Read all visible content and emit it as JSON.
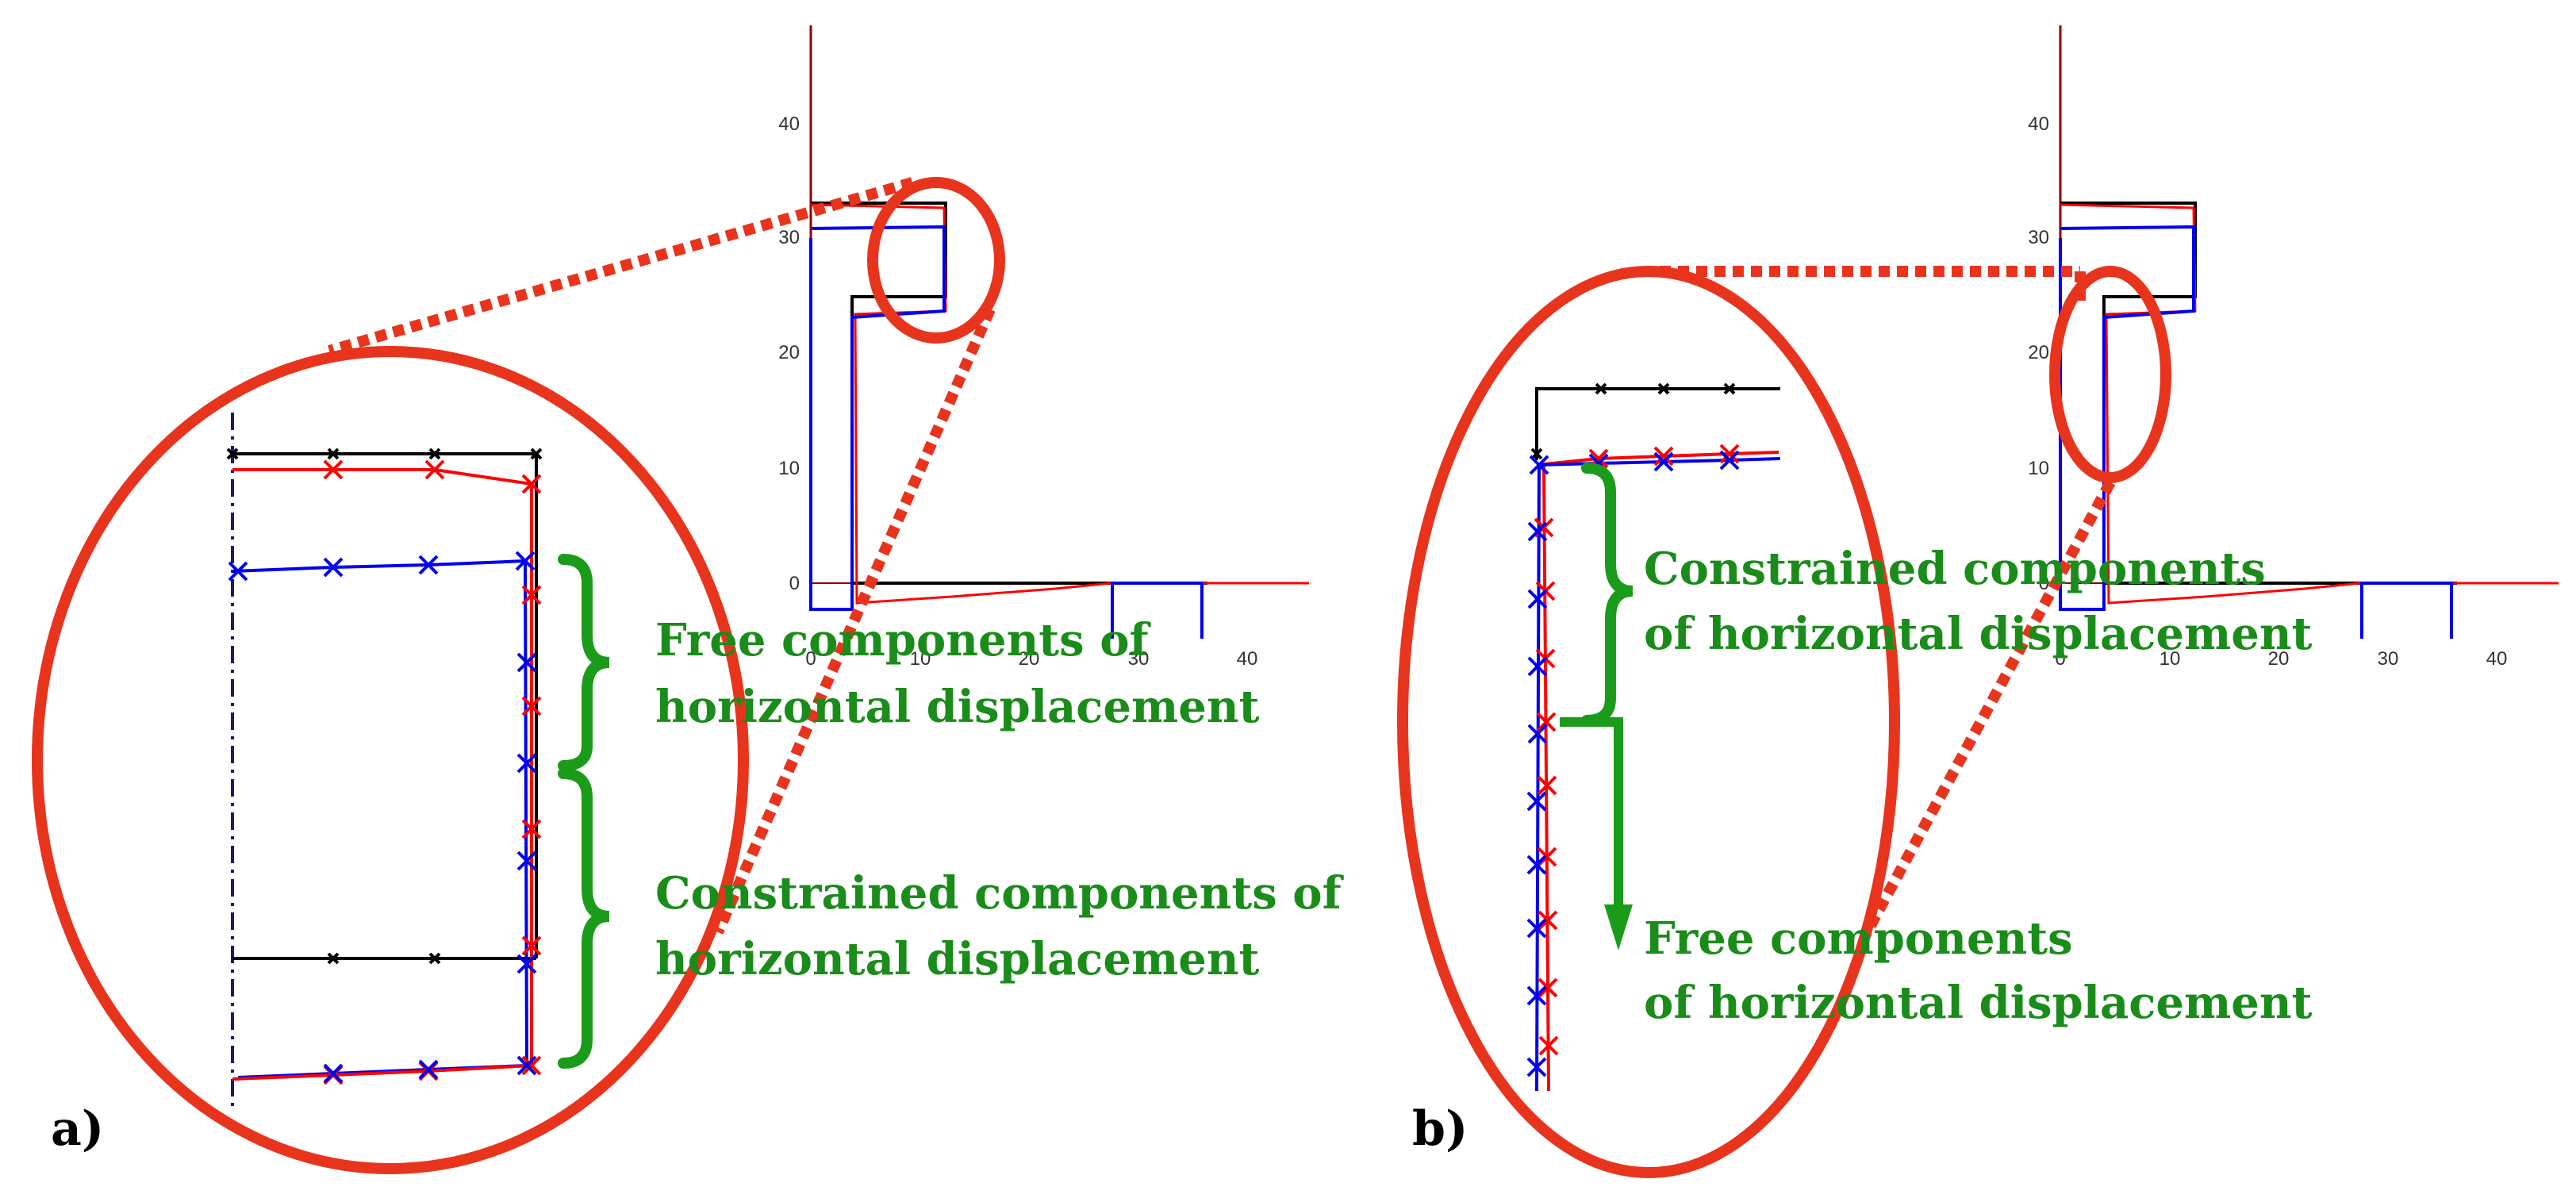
{
  "colors": {
    "highlight": "#e8341c",
    "annotation": "#1a8c1a",
    "initial": "#000000",
    "series_red": "#ff0000",
    "series_blue": "#0000ee",
    "axis": "#8b0000"
  },
  "panels": [
    {
      "label": "a)",
      "y_ticks": [
        "0",
        "10",
        "20",
        "30",
        "40"
      ],
      "x_ticks": [
        "0",
        "10",
        "20",
        "30",
        "40"
      ],
      "annotations": [
        {
          "line1": "Free components of",
          "line2": "horizontal displacement"
        },
        {
          "line1": "Constrained components of",
          "line2": "horizontal displacement"
        }
      ]
    },
    {
      "label": "b)",
      "y_ticks": [
        "0",
        "10",
        "20",
        "30",
        "40"
      ],
      "x_ticks": [
        "0",
        "10",
        "20",
        "30",
        "40"
      ],
      "annotations": [
        {
          "line1": "Constrained components",
          "line2": "of horizontal displacement"
        },
        {
          "line1": "Free components",
          "line2": "of horizontal displacement"
        }
      ]
    }
  ]
}
